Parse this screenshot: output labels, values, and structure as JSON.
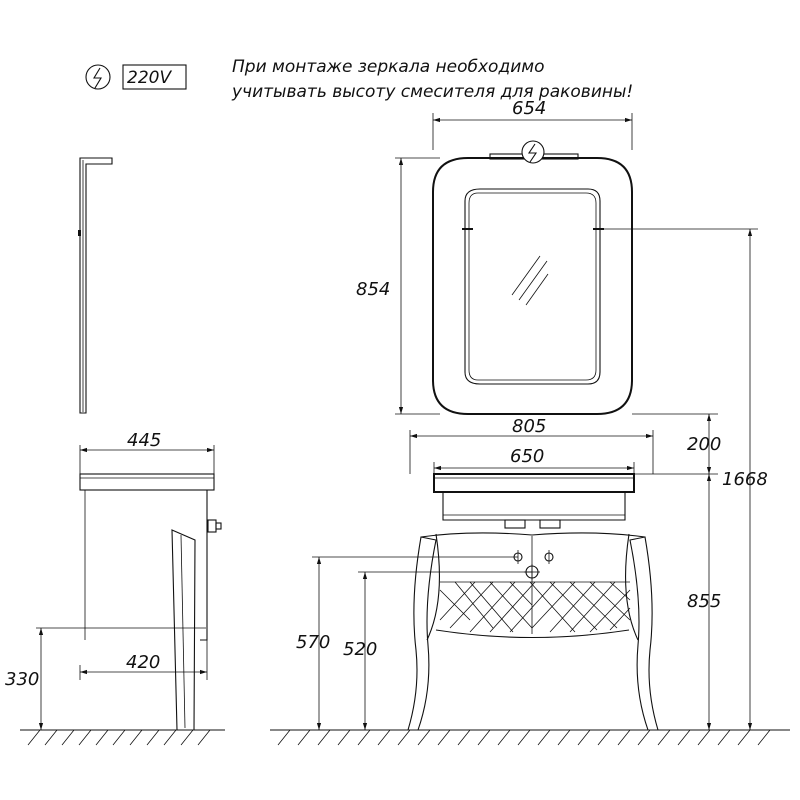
{
  "note": {
    "line1": "При монтаже зеркала необходимо",
    "line2": "учитывать высоту смесителя для раковины!"
  },
  "power": {
    "voltage": "220V"
  },
  "dimensions": {
    "mirror_width": "654",
    "mirror_height": "854",
    "vanity_top_width": "805",
    "sink_width": "650",
    "mirror_gap": "200",
    "total_height": "1668",
    "vanity_height": "855",
    "pipe_height_high": "570",
    "pipe_height_low": "520",
    "side_depth": "445",
    "side_inner_depth": "420",
    "side_pipe_height": "330"
  }
}
